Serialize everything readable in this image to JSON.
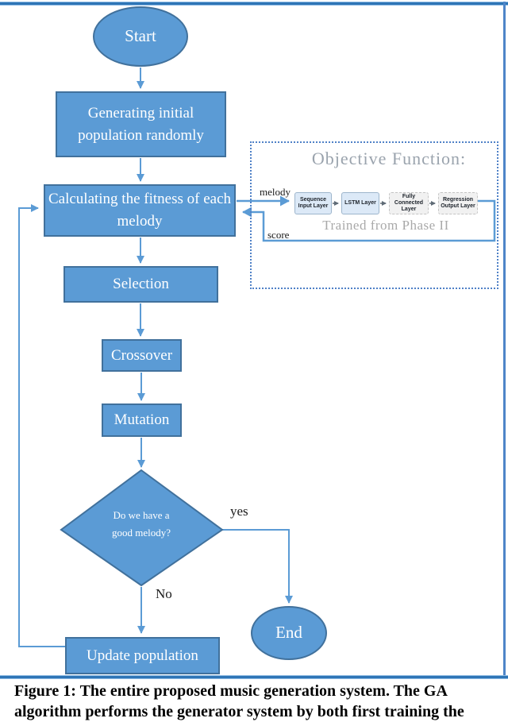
{
  "colors": {
    "shape_fill": "#5b9bd5",
    "shape_border": "#41719c",
    "connector_blue": "#5b9bd5",
    "frame_blue_dark": "#2e75b6",
    "frame_blue_light": "#8fbbe4",
    "dashed_panel_border": "#4f81c7",
    "layer_blue_fill": "#dce9f7",
    "layer_gray_fill": "#f1f1f1",
    "muted_gray_text": "#a9a9a9"
  },
  "flowchart": {
    "start_label": "Start",
    "generate_label": "Generating initial\npopulation randomly",
    "calculate_label": "Calculating the fitness of each\nmelody",
    "selection_label": "Selection",
    "crossover_label": "Crossover",
    "mutation_label": "Mutation",
    "decision_label": "Do we have a\ngood melody?",
    "update_label": "Update population",
    "end_label": "End",
    "edge_labels": {
      "yes": "yes",
      "no": "No"
    }
  },
  "objective_function": {
    "title": "Objective Function:",
    "input_label": "melody",
    "output_label": "score",
    "layers": [
      "Sequence Input Layer",
      "LSTM Layer",
      "Fully Connected Layer",
      "Regression Output Layer"
    ],
    "note": "Trained from Phase II"
  },
  "caption": {
    "line1": "Figure 1: The entire proposed music generation system. The GA",
    "line2": "algorithm performs the generator system by both first training the"
  }
}
